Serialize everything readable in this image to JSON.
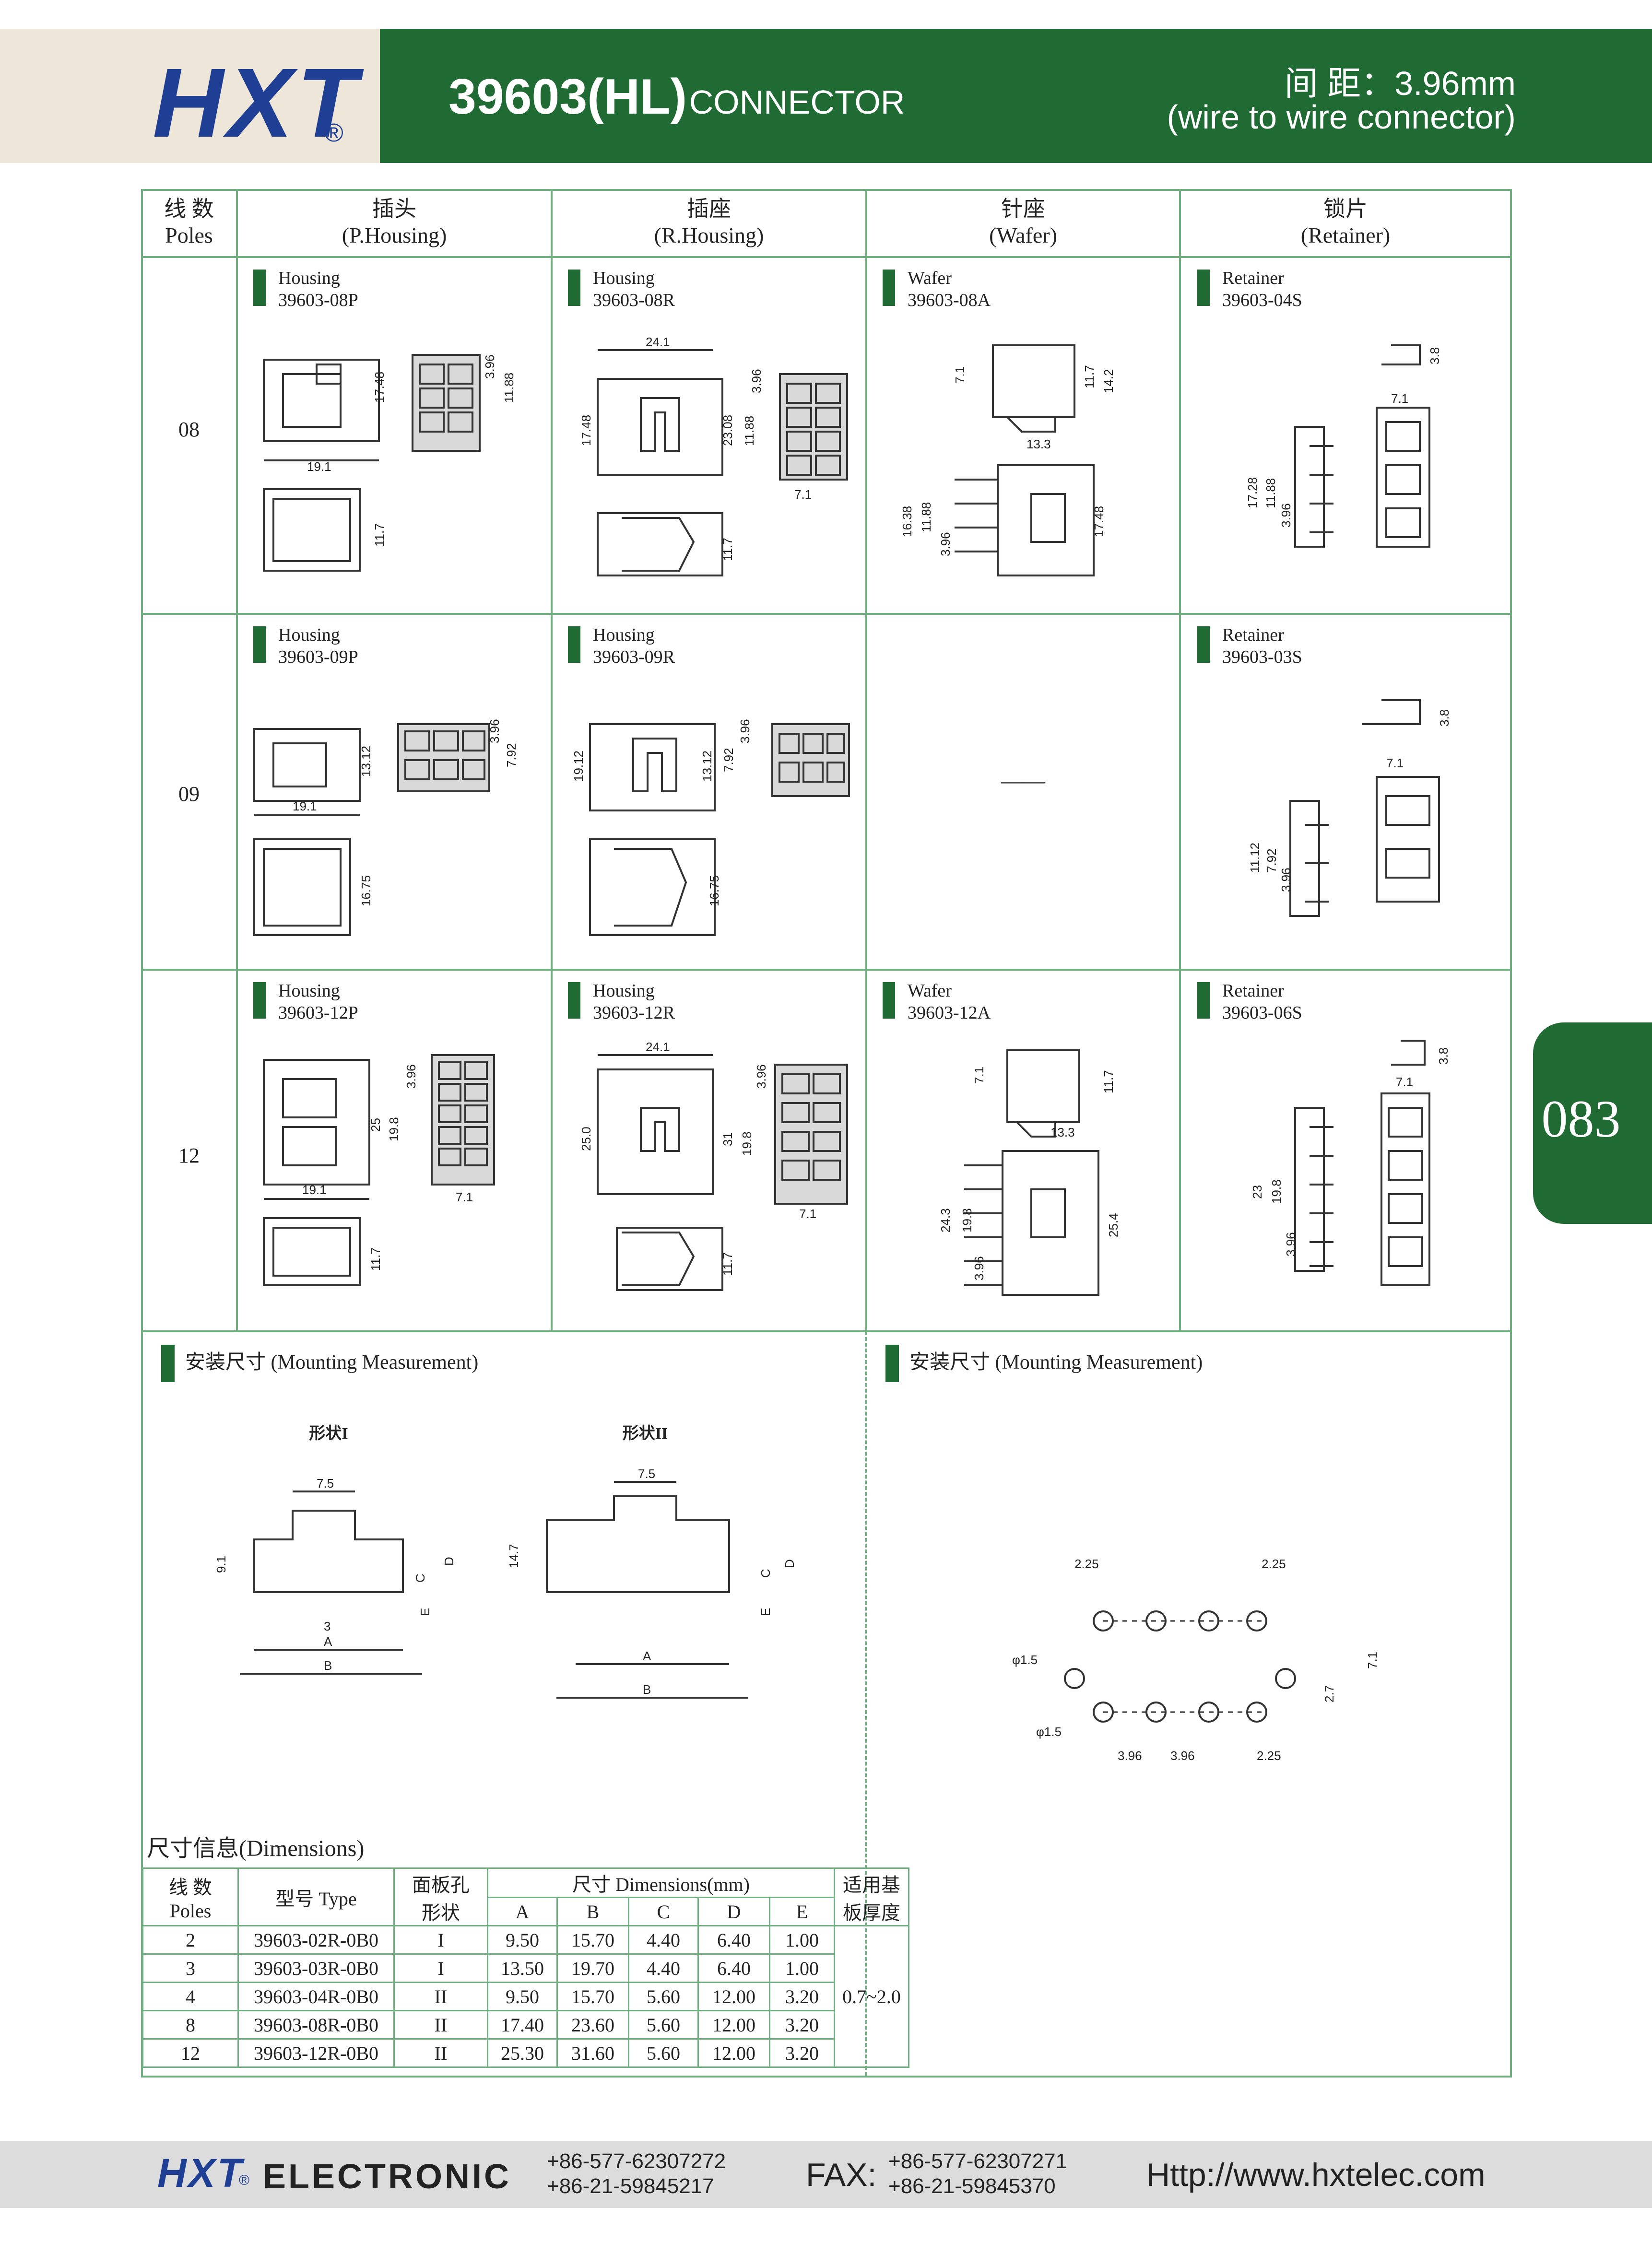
{
  "header": {
    "logo": "HXT",
    "logo_reg": "®",
    "title_main": "39603(HL)",
    "title_sub": "CONNECTOR",
    "pitch": "间    距：3.96mm",
    "pitch_sub": "(wire to wire connector)"
  },
  "columns": [
    {
      "cn": "线 数",
      "en": "Poles"
    },
    {
      "cn": "插头",
      "en": "(P.Housing)"
    },
    {
      "cn": "插座",
      "en": "(R.Housing)"
    },
    {
      "cn": "针座",
      "en": "(Wafer)"
    },
    {
      "cn": "锁片",
      "en": "(Retainer)"
    }
  ],
  "rows": [
    {
      "poles": "08",
      "cells": [
        {
          "type": "Housing",
          "part": "39603-08P",
          "dims": [
            "19.1",
            "17.48",
            "11.88",
            "3.96",
            "11.7"
          ]
        },
        {
          "type": "Housing",
          "part": "39603-08R",
          "dims": [
            "24.1",
            "17.48",
            "23.08",
            "11.88",
            "3.96",
            "7.1",
            "11.7"
          ]
        },
        {
          "type": "Wafer",
          "part": "39603-08A",
          "dims": [
            "7.1",
            "11.7",
            "14.2",
            "13.3",
            "16.38",
            "11.88",
            "3.96",
            "17.48"
          ]
        },
        {
          "type": "Retainer",
          "part": "39603-04S",
          "dims": [
            "3.8",
            "7.1",
            "17.28",
            "11.88",
            "3.96"
          ]
        }
      ]
    },
    {
      "poles": "09",
      "cells": [
        {
          "type": "Housing",
          "part": "39603-09P",
          "dims": [
            "19.1",
            "13.12",
            "3.96",
            "7.92",
            "16.75"
          ]
        },
        {
          "type": "Housing",
          "part": "39603-09R",
          "dims": [
            "19.12",
            "13.12",
            "7.92",
            "3.96",
            "16.75"
          ]
        },
        {
          "type": "",
          "part": "",
          "empty": "——"
        },
        {
          "type": "Retainer",
          "part": "39603-03S",
          "dims": [
            "3.8",
            "7.1",
            "11.12",
            "7.92",
            "3.96"
          ]
        }
      ]
    },
    {
      "poles": "12",
      "cells": [
        {
          "type": "Housing",
          "part": "39603-12P",
          "dims": [
            "19.1",
            "25",
            "19.8",
            "3.96",
            "7.1",
            "11.7"
          ]
        },
        {
          "type": "Housing",
          "part": "39603-12R",
          "dims": [
            "24.1",
            "25.0",
            "31",
            "19.8",
            "3.96",
            "7.1",
            "11.7"
          ]
        },
        {
          "type": "Wafer",
          "part": "39603-12A",
          "dims": [
            "7.1",
            "11.7",
            "13.3",
            "24.3",
            "19.8",
            "3.96",
            "25.4"
          ]
        },
        {
          "type": "Retainer",
          "part": "39603-06S",
          "dims": [
            "3.8",
            "7.1",
            "23",
            "19.8",
            "3.96"
          ]
        }
      ]
    }
  ],
  "mounting_left": {
    "title": "安装尺寸 (Mounting Measurement)",
    "shape1": {
      "label": "形状I",
      "dims": [
        "7.5",
        "9.1",
        "3",
        "A",
        "B",
        "C",
        "D",
        "E"
      ]
    },
    "shape2": {
      "label": "形状II",
      "dims": [
        "7.5",
        "14.7",
        "A",
        "B",
        "C",
        "D",
        "E"
      ]
    }
  },
  "mounting_right": {
    "title": "安装尺寸 (Mounting Measurement)",
    "dims": [
      "2.25",
      "2.25",
      "φ1.5",
      "φ1.5",
      "7.1",
      "2.7",
      "3.96",
      "3.96",
      "2.25"
    ]
  },
  "dimensions": {
    "title": "尺寸信息(Dimensions)",
    "h_poles_cn": "线 数",
    "h_poles_en": "Poles",
    "h_type": "型号 Type",
    "h_panel_1": "面板孔",
    "h_panel_2": "形状",
    "h_dims": "尺寸 Dimensions(mm)",
    "h_thick_1": "适用基",
    "h_thick_2": "板厚度",
    "cols": [
      "A",
      "B",
      "C",
      "D",
      "E"
    ],
    "thickness": "0.7~2.0",
    "rows": [
      [
        "2",
        "39603-02R-0B0",
        "I",
        "9.50",
        "15.70",
        "4.40",
        "6.40",
        "1.00"
      ],
      [
        "3",
        "39603-03R-0B0",
        "I",
        "13.50",
        "19.70",
        "4.40",
        "6.40",
        "1.00"
      ],
      [
        "4",
        "39603-04R-0B0",
        "II",
        "9.50",
        "15.70",
        "5.60",
        "12.00",
        "3.20"
      ],
      [
        "8",
        "39603-08R-0B0",
        "II",
        "17.40",
        "23.60",
        "5.60",
        "12.00",
        "3.20"
      ],
      [
        "12",
        "39603-12R-0B0",
        "II",
        "25.30",
        "31.60",
        "5.60",
        "12.00",
        "3.20"
      ]
    ]
  },
  "side_tab": "083",
  "footer": {
    "logo": "HXT",
    "logo_reg": "®",
    "brand": "ELECTRONIC",
    "tel1": "+86-577-62307272",
    "tel2": "+86-21-59845217",
    "fax_label": "FAX:",
    "fax1": "+86-577-62307271",
    "fax2": "+86-21-59845370",
    "url": "Http://www.hxtelec.com"
  },
  "colors": {
    "brand_green": "#1f6b33",
    "brand_blue": "#1e3f93",
    "grid_green": "#6fae7f"
  }
}
